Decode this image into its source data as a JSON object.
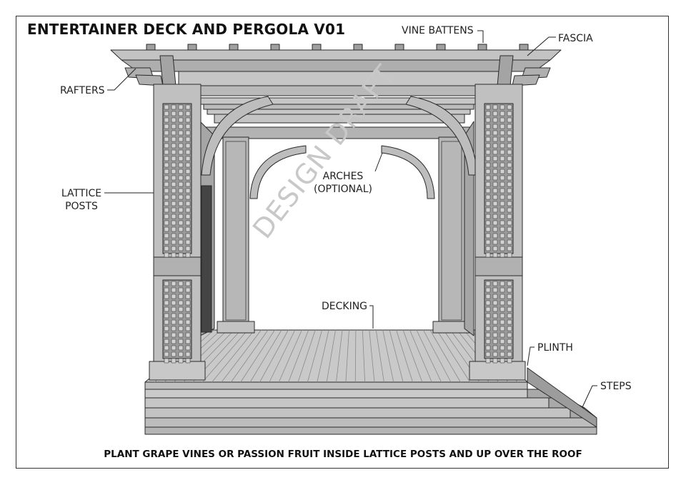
{
  "title": "ENTERTAINER DECK AND PERGOLA V01",
  "labels": {
    "vine_battens": "VINE BATTENS",
    "fascia": "FASCIA",
    "rafters": "RAFTERS",
    "lattice_posts_line1": "LATTICE",
    "lattice_posts_line2": "POSTS",
    "arches_line1": "ARCHES",
    "arches_line2": "(OPTIONAL)",
    "decking": "DECKING",
    "plinth": "PLINTH",
    "steps": "STEPS"
  },
  "watermark": "DESIGN DRAFT",
  "footer": "PLANT GRAPE VINES OR PASSION FRUIT INSIDE LATTICE POSTS AND UP OVER THE ROOF",
  "colors": {
    "timber": "#b9b9b9",
    "timber_dark": "#8f8f8f",
    "timber_light": "#d0d0d0",
    "line": "#2a2a2a",
    "watermark": "#c8c8c8"
  }
}
